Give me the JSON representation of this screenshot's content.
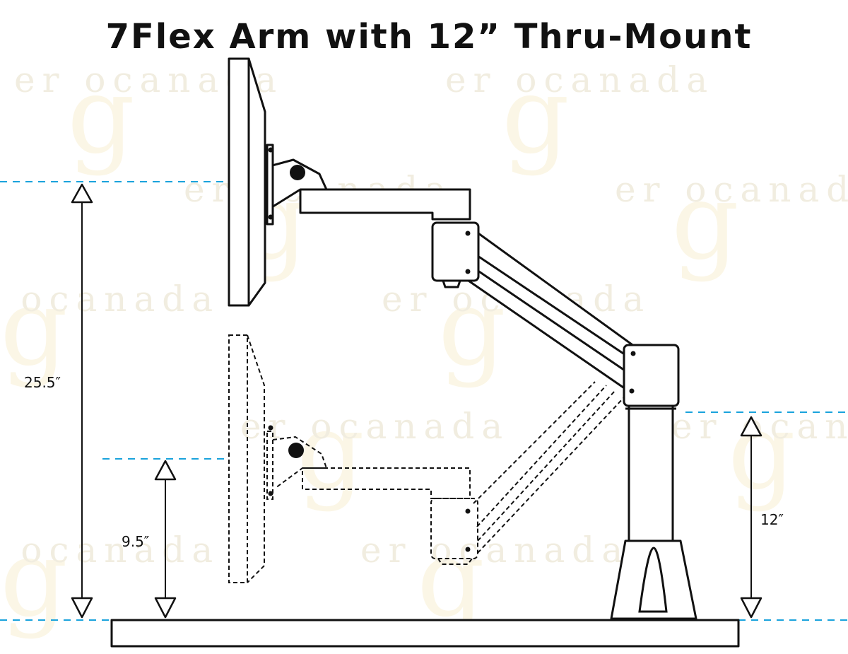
{
  "title": "7Flex Arm with 12” Thru-Mount",
  "watermark": {
    "brand_text": "er  ocanada",
    "brand_letter": "g"
  },
  "dimensions": {
    "max_height": "25.5″",
    "min_height": "9.5″",
    "mount_height": "12″"
  },
  "colors": {
    "guide_line": "#1aa3dc",
    "outline": "#111111",
    "watermark": "#f1ede0"
  }
}
